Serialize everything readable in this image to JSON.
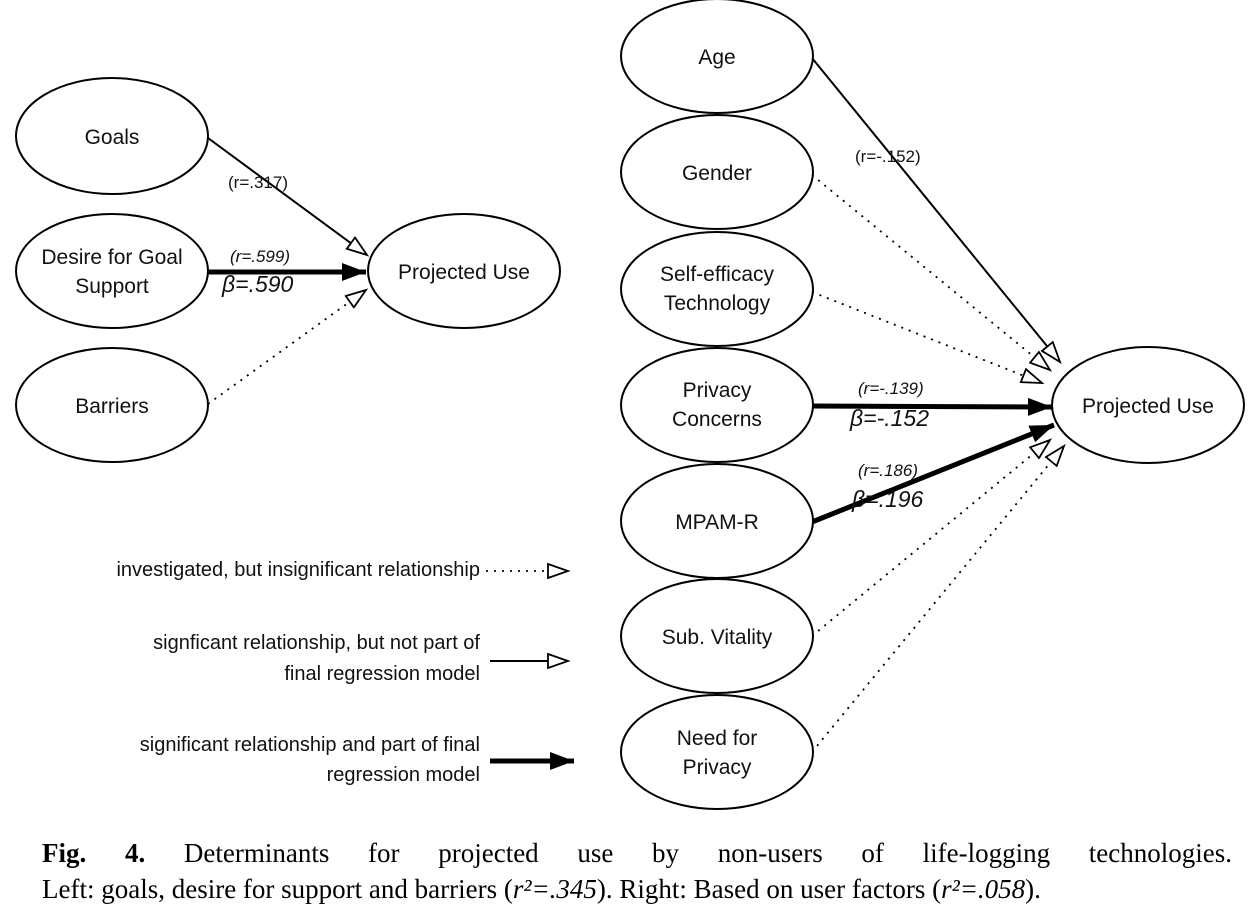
{
  "left_model": {
    "nodes": {
      "goals": [
        "Goals"
      ],
      "desire": [
        "Desire for Goal",
        "Support"
      ],
      "barriers": [
        "Barriers"
      ],
      "target": [
        "Projected Use"
      ]
    },
    "edges": {
      "goals": {
        "r": "(r=.317)"
      },
      "desire": {
        "r": "(r=.599)",
        "beta": "β=.590"
      },
      "barriers": {}
    }
  },
  "right_model": {
    "nodes": {
      "age": [
        "Age"
      ],
      "gender": [
        "Gender"
      ],
      "selfefficacy": [
        "Self-efficacy",
        "Technology"
      ],
      "privacy": [
        "Privacy",
        "Concerns"
      ],
      "mpam": [
        "MPAM-R"
      ],
      "vitality": [
        "Sub. Vitality"
      ],
      "needprivacy": [
        "Need for",
        "Privacy"
      ],
      "target": [
        "Projected Use"
      ]
    },
    "edges": {
      "age": {
        "r": "(r=-.152)"
      },
      "privacy": {
        "r": "(r=-.139)",
        "beta": "β=-.152"
      },
      "mpam": {
        "r": "(r=.186)",
        "beta": "β=.196"
      }
    }
  },
  "legend": {
    "insignificant": [
      "investigated, but insignificant relationship"
    ],
    "significant": [
      "signficant relationship, but not part of",
      "final regression model"
    ],
    "final": [
      "significant relationship and part of final",
      "regression model"
    ]
  },
  "caption": {
    "fig": "Fig. 4.",
    "line1_text": "Determinants for projected use by non-users of life-logging technologies.",
    "line2_a": "Left: goals, desire for support and barriers (",
    "left_r2": "r²=.345",
    "line2_b": "). Right: Based on user factors (",
    "right_r2": "r²=.058",
    "line2_c": ")."
  }
}
